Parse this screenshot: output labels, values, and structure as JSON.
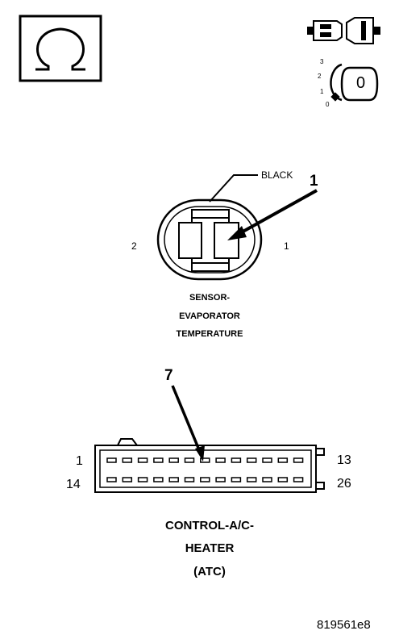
{
  "sensor": {
    "wire_color": "BLACK",
    "callout": "1",
    "pin_left": "2",
    "pin_right": "1",
    "name_line1": "SENSOR-",
    "name_line2": "EVAPORATOR",
    "name_line3": "TEMPERATURE"
  },
  "module": {
    "callout": "7",
    "top_row_start": "1",
    "top_row_end": "13",
    "bottom_row_start": "14",
    "bottom_row_end": "26",
    "name_line1": "CONTROL-A/C-",
    "name_line2": "HEATER",
    "name_line3": "(ATC)"
  },
  "ignition": {
    "positions": [
      "3",
      "2",
      "1",
      "0"
    ],
    "key_label": "0"
  },
  "figure_id": "819561e8"
}
